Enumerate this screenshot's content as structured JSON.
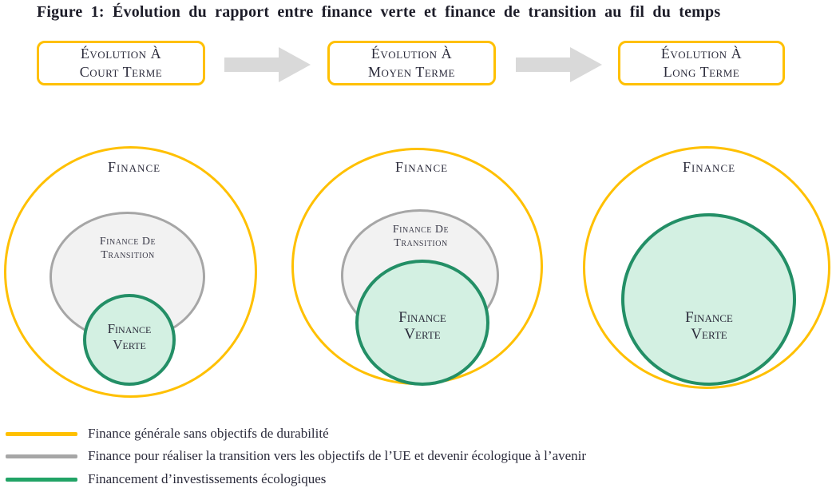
{
  "figure": {
    "title": "Figure 1: Évolution du rapport entre finance verte et finance de transition au fil du temps"
  },
  "timeline": {
    "stages": [
      {
        "line1": "Évolution À",
        "line2": "Court Terme"
      },
      {
        "line1": "Évolution À",
        "line2": "Moyen Terme"
      },
      {
        "line1": "Évolution À",
        "line2": "Long Terme"
      }
    ],
    "arrow_icon": "right-block-arrow"
  },
  "diagrams": [
    {
      "stage": "court terme",
      "outer_label": "Finance",
      "middle_label_line1": "Finance De",
      "middle_label_line2": "Transition",
      "inner_label_line1": "Finance",
      "inner_label_line2": "Verte"
    },
    {
      "stage": "moyen terme",
      "outer_label": "Finance",
      "middle_label_line1": "Finance De",
      "middle_label_line2": "Transition",
      "inner_label_line1": "Finance",
      "inner_label_line2": "Verte"
    },
    {
      "stage": "long terme",
      "outer_label": "Finance",
      "inner_label_line1": "Finance",
      "inner_label_line2": "Verte"
    }
  ],
  "legend": [
    {
      "color": "#FFC000",
      "label": "Finance générale sans objectifs de durabilité"
    },
    {
      "color": "#A6A6A6",
      "label": "Finance pour réaliser la transition vers les objectifs de l’UE et devenir écologique à l’avenir"
    },
    {
      "color": "#21A366",
      "label": "Financement d’investissements écologiques"
    }
  ],
  "colors": {
    "outer_stroke": "#FFC000",
    "middle_stroke": "#A6A6A6",
    "middle_fill": "#F2F2F2",
    "inner_stroke": "#238F66",
    "inner_fill": "#D3F0E2",
    "arrow_fill": "#D9D9D9",
    "text": "#2B2B3B"
  }
}
